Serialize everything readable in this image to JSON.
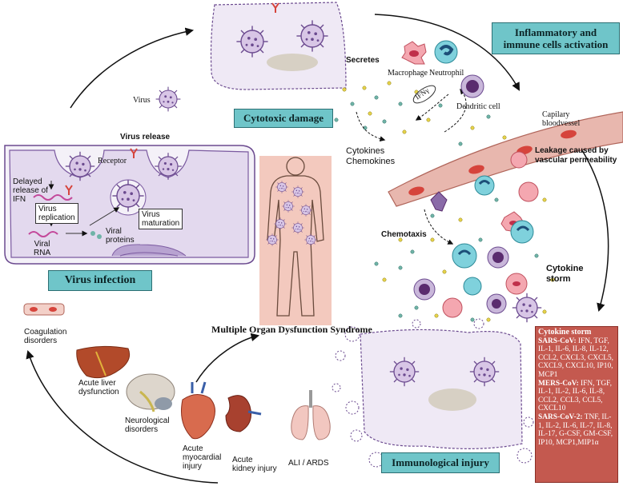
{
  "titles": {
    "cytotoxic": "Cytotoxic damage",
    "inflammatory_line1": "Inflammatory and",
    "inflammatory_line2": "immune cells activation",
    "virus_infection": "Virus infection",
    "immunological": "Immunological injury",
    "mods": "Multiple Organ Dysfunction Syndrome"
  },
  "labels": {
    "virus": "Virus",
    "secretes": "Secretes",
    "macrophage": "Macrophage",
    "neutrophil": "Neutrophil",
    "ifn_gamma": "IFNγ",
    "dendritic": "Dendritic cell",
    "capillary_line1": "Capilary",
    "capillary_line2": "bloodvessel",
    "cytokines": "Cytokines",
    "chemokines": "Chemokines",
    "leakage_line1": "Leakage caused by",
    "leakage_line2": "vascular permeability",
    "chemotaxis": "Chemotaxis",
    "cytokine_storm_line1": "Cytokine",
    "cytokine_storm_line2": "storm",
    "virus_release": "Virus release",
    "receptor": "Receptor",
    "delayed_line1": "Delayed",
    "delayed_line2": "release of",
    "delayed_line3": "IFN",
    "virus_replication_line1": "Virus",
    "virus_replication_line2": "replication",
    "virus_maturation_line1": "Virus",
    "virus_maturation_line2": "maturation",
    "viral_proteins_line1": "Viral",
    "viral_proteins_line2": "proteins",
    "viral_rna_line1": "Viral",
    "viral_rna_line2": "RNA"
  },
  "organs": {
    "coagulation_line1": "Coagulation",
    "coagulation_line2": "disorders",
    "liver_line1": "Acute liver",
    "liver_line2": "dysfunction",
    "neuro_line1": "Neurological",
    "neuro_line2": "disorders",
    "heart_line1": "Acute",
    "heart_line2": "myocardial",
    "heart_line3": "injury",
    "kidney_line1": "Acute",
    "kidney_line2": "kidney injury",
    "lung": "ALI / ARDS"
  },
  "storm_panel": {
    "heading": "Cytokine storm",
    "sars_label": "SARS-CoV:",
    "sars_text": "IFN, TGF, IL-1, IL-6, IL-8, IL-12, CCL2, CXCL3, CXCL5, CXCL9, CXCL10, IP10, MCP1",
    "mers_label": "MERS-CoV:",
    "mers_text": "IFN, TGF, IL-1, IL-2, IL-6, IL-8, CCL2, CCL3, CCL5, CXCL10",
    "sars2_label": "SARS-CoV-2:",
    "sars2_text": "TNF, IL-1, IL-2, IL-6, IL-7, IL-8, IL-17, G-CSF, GM-CSF, IP10, MCP1,MIP1α"
  },
  "colors": {
    "teal": "#6fc5c9",
    "storm_red": "#c4594f",
    "cell_lavender": "#efe9f5",
    "vessel_pink": "#e8b7ae"
  }
}
